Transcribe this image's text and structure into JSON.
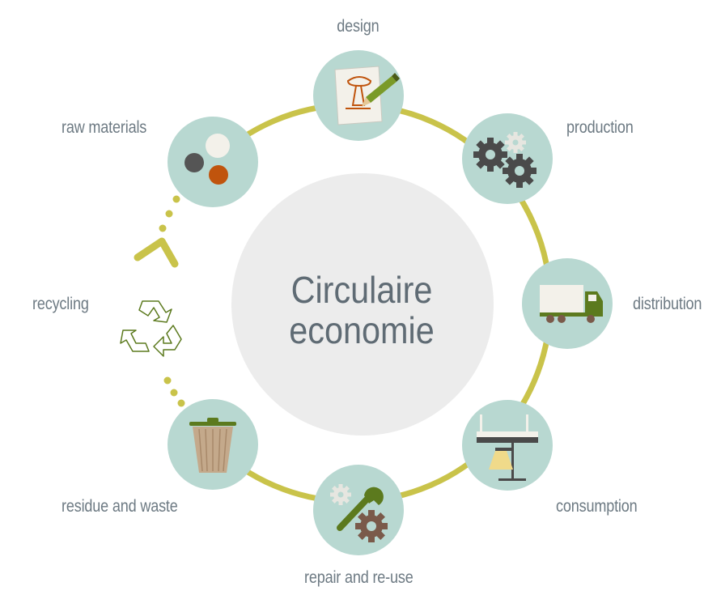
{
  "center": {
    "line1": "Circulaire",
    "line2": "economie"
  },
  "stages": [
    {
      "id": "design",
      "label": "design",
      "icon": "drawing-with-pencil-icon"
    },
    {
      "id": "production",
      "label": "production",
      "icon": "gears-icon"
    },
    {
      "id": "distribution",
      "label": "distribution",
      "icon": "truck-icon"
    },
    {
      "id": "consumption",
      "label": "consumption",
      "icon": "furniture-lamp-icon"
    },
    {
      "id": "repair",
      "label": "repair and re-use",
      "icon": "wrench-gear-icon"
    },
    {
      "id": "residue",
      "label": "residue and waste",
      "icon": "waste-bin-icon"
    },
    {
      "id": "recycling",
      "label": "recycling",
      "icon": "recycle-symbol-icon"
    },
    {
      "id": "raw",
      "label": "raw materials",
      "icon": "raw-material-dots-icon"
    }
  ],
  "colors": {
    "ring": "#c9c34a",
    "node_fill": "#b8d8d1",
    "center_fill": "#ececec",
    "label_text": "#6d7a83",
    "center_text": "#5f6b74",
    "icon_dark": "#4a4a4a",
    "icon_olive": "#5c7a1e",
    "icon_brown": "#7a5a4a",
    "icon_orange": "#c0540d"
  }
}
